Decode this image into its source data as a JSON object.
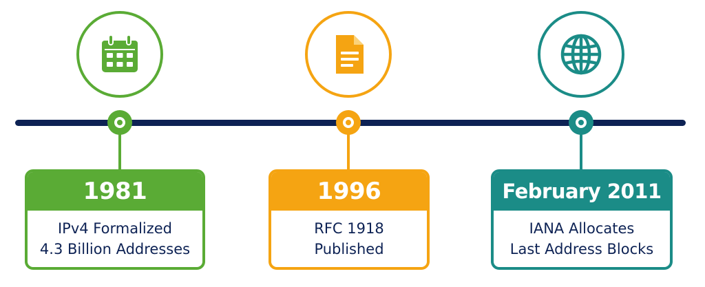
{
  "colors": {
    "axis": "#0d2254",
    "green": "#5aab35",
    "orange": "#f5a412",
    "teal": "#1b8c87",
    "text": "#0d2254"
  },
  "events": [
    {
      "date": "1981",
      "line1": "IPv4 Formalized",
      "line2": "4.3 Billion Addresses",
      "icon": "calendar-icon",
      "color": "#5aab35"
    },
    {
      "date": "1996",
      "line1": "RFC 1918",
      "line2": "Published",
      "icon": "document-icon",
      "color": "#f5a412"
    },
    {
      "date": "February 2011",
      "line1": "IANA Allocates",
      "line2": "Last Address Blocks",
      "icon": "globe-icon",
      "color": "#1b8c87"
    }
  ]
}
